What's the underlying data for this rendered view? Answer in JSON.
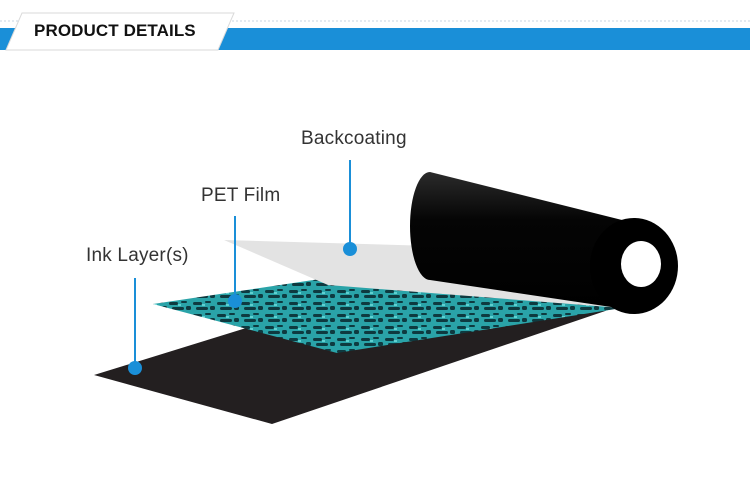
{
  "header": {
    "title": "PRODUCT DETAILS"
  },
  "layers": [
    {
      "id": "backcoating",
      "label": "Backcoating"
    },
    {
      "id": "pet-film",
      "label": "PET Film"
    },
    {
      "id": "ink-layer",
      "label": "Ink Layer(s)"
    }
  ],
  "colors": {
    "accent": "#1a8fd8",
    "marker": "#1a8fd8",
    "film": "#2aa3a8",
    "ribbon": "#231f20",
    "backcoating": "#e3e3e3"
  }
}
